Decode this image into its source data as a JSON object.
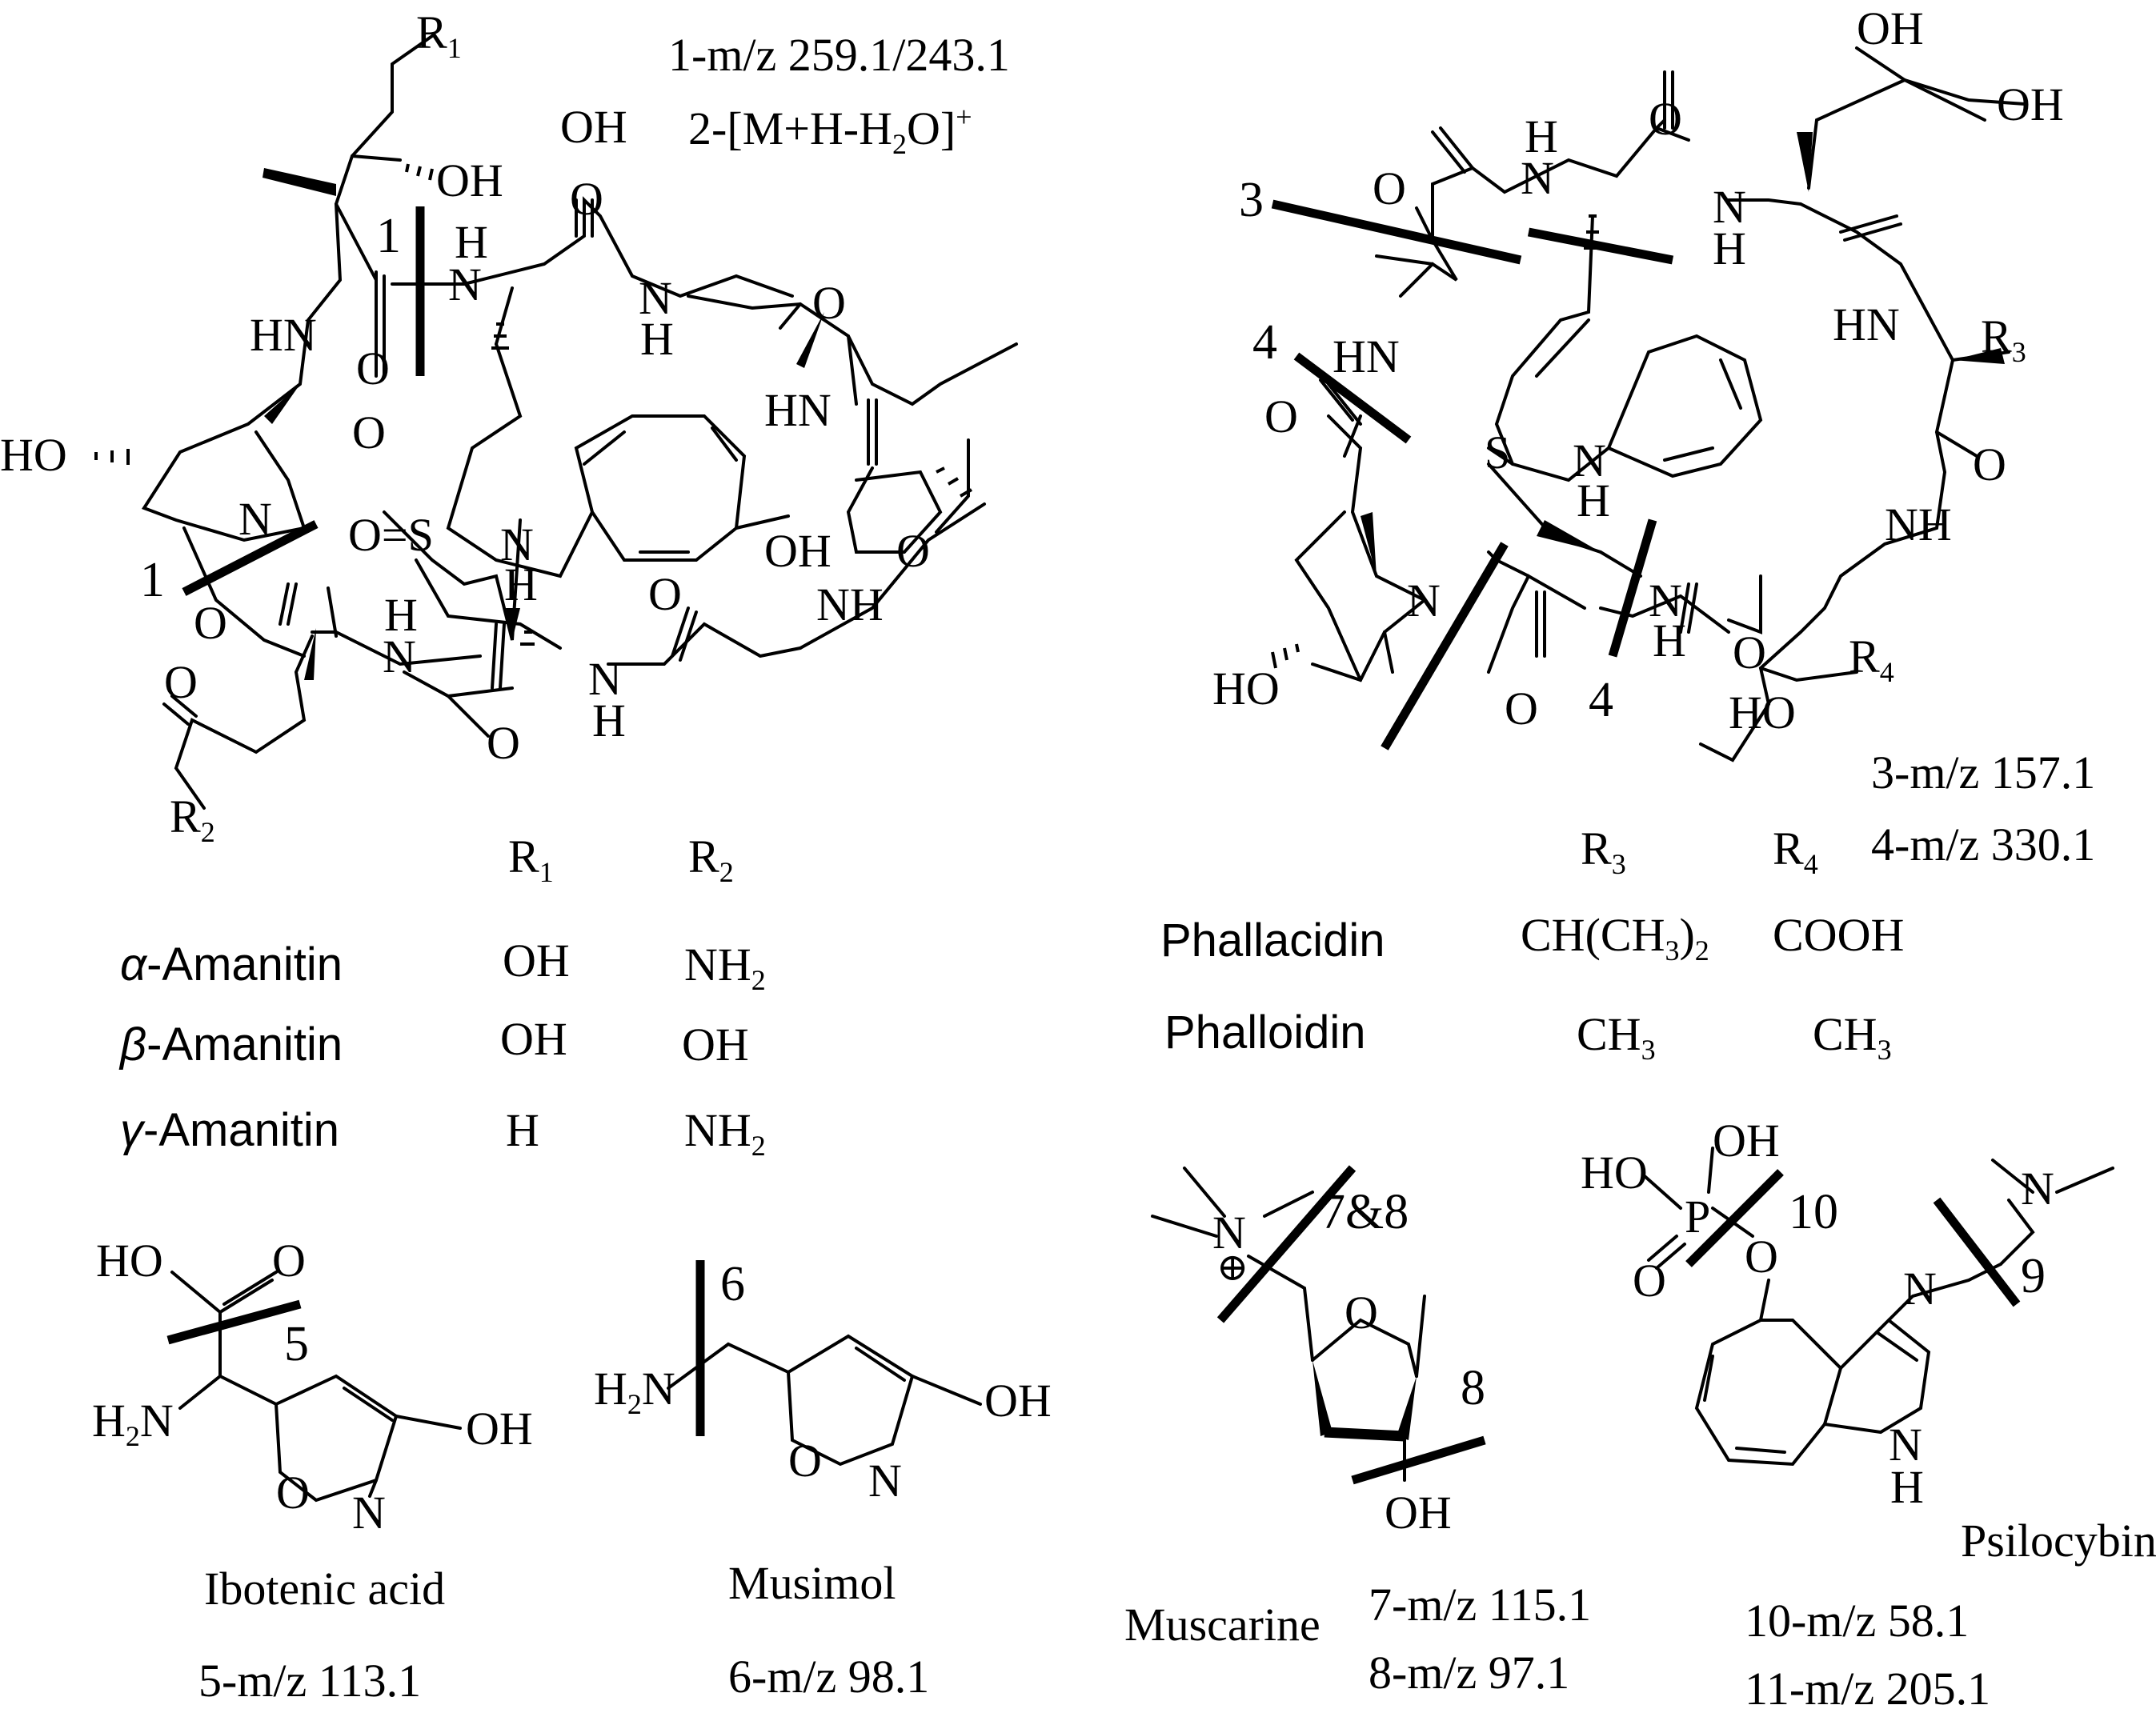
{
  "amanitin": {
    "r1": "R",
    "r1_sub": "1",
    "r2": "R",
    "r2_sub": "2",
    "oh_free": "OH",
    "oh_side": "OH",
    "nh_top": "H",
    "n_top": "N",
    "n_mid": "N",
    "h_mid": "H",
    "hn_left": "HN",
    "o_left": "O",
    "o_top": "O",
    "o_right": "O",
    "ho_left": "HO",
    "n_pro": "N",
    "hn_right": "HN",
    "o_ile": "O",
    "os": "O=S",
    "n_ind": "N",
    "h_ind": "H",
    "oh_ind": "OH",
    "o_low": "O",
    "h_low": "H",
    "n_low": "N",
    "nh_right": "NH",
    "o_asp": "O",
    "o_bot1": "O",
    "n_bot": "N",
    "h_bot": "H",
    "o_bot2": "O",
    "cut1_top": "1",
    "cut1_left": "1",
    "frag1": "1-m/z 259.1/243.1",
    "frag2": "2-[M+H-H",
    "frag2_sub": "2",
    "frag2_tail": "O]",
    "frag2_sup": "+",
    "table_r1": "R",
    "table_r1_sub": "1",
    "table_r2": "R",
    "table_r2_sub": "2",
    "rows": [
      {
        "greek": "α",
        "name": "-Amanitin",
        "r1": "OH",
        "r2": "NH",
        "r2_sub": "2"
      },
      {
        "greek": "β",
        "name": "-Amanitin",
        "r1": "OH",
        "r2": "OH",
        "r2_sub": ""
      },
      {
        "greek": "γ",
        "name": "-Amanitin",
        "r1": "H",
        "r2": "NH",
        "r2_sub": "2"
      }
    ]
  },
  "phallotoxin": {
    "oh_top": "OH",
    "oh_right": "OH",
    "h_nh1": "H",
    "n_nh1": "N",
    "o_1": "O",
    "o_2": "O",
    "n_nh2": "N",
    "h_nh2": "H",
    "cut3": "3",
    "cut4a": "4",
    "cut4b": "4",
    "hn_1": "HN",
    "hn_2": "HN",
    "r3": "R",
    "r3_sub": "3",
    "o_3": "O",
    "o_4": "O",
    "s": "S",
    "n_ind": "N",
    "h_ind": "H",
    "nh_r": "NH",
    "o_5": "O",
    "n_pro": "N",
    "n_low": "N",
    "h_low": "H",
    "o_6": "O",
    "o_7": "O",
    "r4": "R",
    "r4_sub": "4",
    "ho_1": "HO",
    "ho_2": "HO",
    "frag3": "3-m/z 157.1",
    "frag4": "4-m/z 330.1",
    "table_r3": "R",
    "table_r3_sub": "3",
    "table_r4": "R",
    "table_r4_sub": "4",
    "rows": [
      {
        "name": "Phallacidin",
        "r3": "CH(CH",
        "r3_sub": "3",
        "r3_tail": ")",
        "r3_sub2": "2",
        "r4": "COOH",
        "r4_sub": ""
      },
      {
        "name": "Phalloidin",
        "r3": "CH",
        "r3_sub": "3",
        "r3_tail": "",
        "r3_sub2": "",
        "r4": "CH",
        "r4_sub": "3"
      }
    ]
  },
  "ibotenic": {
    "ho": "HO",
    "o": "O",
    "h2n": "H",
    "h2n_sub": "2",
    "h2n_n": "N",
    "oh": "OH",
    "o_ring": "O",
    "n_ring": "N",
    "cut": "5",
    "name": "Ibotenic acid",
    "frag": "5-m/z 113.1"
  },
  "musimol": {
    "h2n": "H",
    "h2n_sub": "2",
    "h2n_n": "N",
    "oh": "OH",
    "o_ring": "O",
    "n_ring": "N",
    "cut": "6",
    "name": "Musimol",
    "frag": "6-m/z 98.1"
  },
  "muscarine": {
    "n": "N",
    "plus": "⊕",
    "o_ring": "O",
    "oh": "OH",
    "cut78": "7&8",
    "cut8": "8",
    "name": "Muscarine",
    "frag7": "7-m/z 115.1",
    "frag8": "8-m/z 97.1"
  },
  "psilocybin": {
    "ho": "HO",
    "oh": "OH",
    "p": "P",
    "o_dbl": "O",
    "o_link": "O",
    "n_amine": "N",
    "n_ind": "N",
    "nh": "N",
    "h": "H",
    "cut10": "10",
    "cut9": "9",
    "name": "Psilocybin",
    "frag10": "10-m/z 58.1",
    "frag11": "11-m/z 205.1"
  }
}
